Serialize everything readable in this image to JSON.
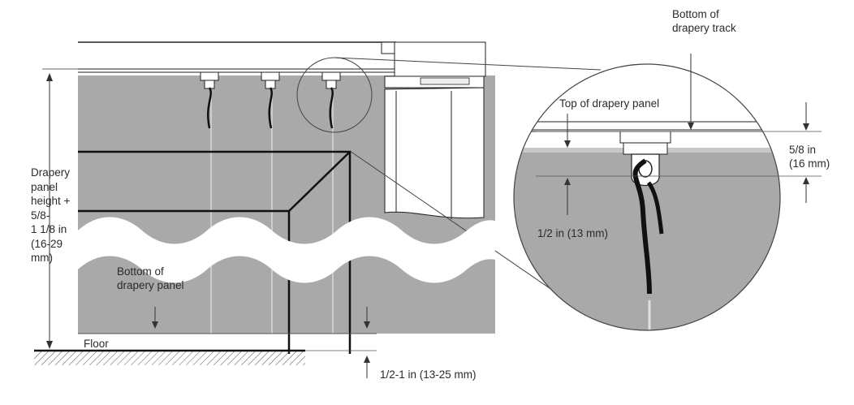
{
  "labels": {
    "track_bottom": "Bottom of\ndrapery track",
    "panel_top": "Top of drapery panel",
    "gap_top": "5/8 in\n(16 mm)",
    "carrier_drop": "1/2 in (13 mm)",
    "panel_height": "Drapery\npanel\nheight +\n5/8-\n1 1/8 in\n(16-29\nmm)",
    "panel_bottom": "Bottom of\ndrapery panel",
    "floor": "Floor",
    "floor_gap": "1/2-1 in (13-25 mm)"
  }
}
